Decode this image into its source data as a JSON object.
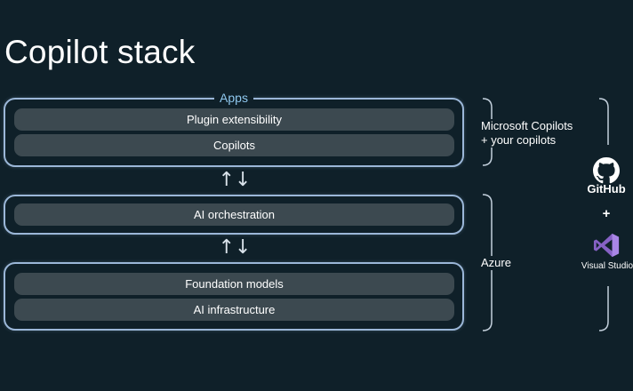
{
  "title": "Copilot stack",
  "apps_group": {
    "label": "Apps",
    "layers": [
      "Plugin extensibility",
      "Copilots"
    ]
  },
  "orchestration_group": {
    "layers": [
      "AI orchestration"
    ]
  },
  "base_group": {
    "layers": [
      "Foundation models",
      "AI infrastructure"
    ]
  },
  "arrows_glyph": "↑↓",
  "side_labels": {
    "copilots_line1": "Microsoft Copilots",
    "copilots_line2": "+ your copilots",
    "azure": "Azure"
  },
  "tools": {
    "github": "GitHub",
    "plus": "+",
    "visual_studio": "Visual Studio"
  },
  "colors": {
    "background": "#0f2029",
    "box_border": "#9bb7d8",
    "layer_bar": "#3c4950",
    "apps_label": "#8ec7ee",
    "visual_studio_purple": "#8661c5"
  },
  "icons": [
    "github-icon",
    "visual-studio-icon"
  ]
}
